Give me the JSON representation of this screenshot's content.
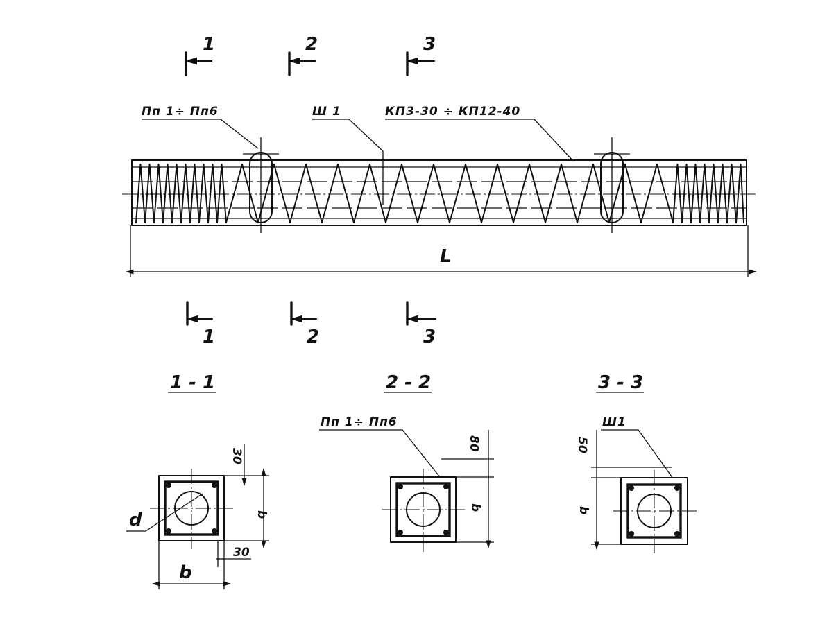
{
  "section_marks": [
    "1",
    "2",
    "3"
  ],
  "callouts": {
    "loops": "Пп 1÷ Пп6",
    "spiral": "Ш 1",
    "frame": "КП3-30 ÷ КП12-40"
  },
  "length_label": "L",
  "sections": [
    {
      "title": "1 - 1",
      "dim_top": "30",
      "dim_bottom": "30",
      "side": "b",
      "width": "b",
      "diameter": "d"
    },
    {
      "title": "2 - 2",
      "callout": "Пп 1÷ Пп6",
      "dim_top": "80",
      "side": "b"
    },
    {
      "title": "3 - 3",
      "callout": "Ш1",
      "dim_top": "50",
      "side": "b"
    }
  ]
}
